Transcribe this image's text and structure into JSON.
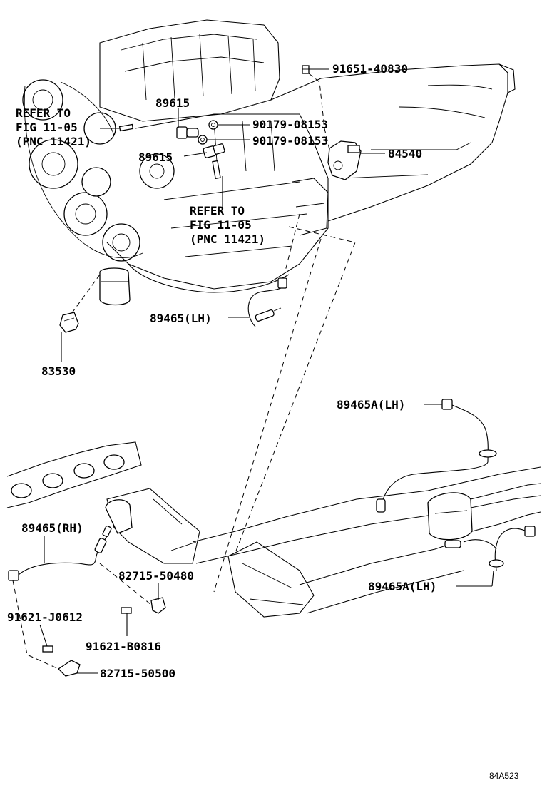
{
  "diagram": {
    "labels": {
      "p91651": "91651-40830",
      "p89615_a": "89615",
      "p90179_a": "90179-08153",
      "p90179_b": "90179-08153",
      "p89615_b": "89615",
      "p84540": "84540",
      "refer1_l1": "REFER TO",
      "refer1_l2": "FIG 11-05",
      "refer1_l3": "(PNC 11421)",
      "refer2_l1": "REFER TO",
      "refer2_l2": "FIG 11-05",
      "refer2_l3": "(PNC 11421)",
      "p89465_lh": "89465(LH)",
      "p83530": "83530",
      "p89465a_lh_top": "89465A(LH)",
      "p89465_rh": "89465(RH)",
      "p82715_50480": "82715-50480",
      "p91621_j0612": "91621-J0612",
      "p91621_b0816": "91621-B0816",
      "p82715_50500": "82715-50500",
      "p89465a_lh_bottom": "89465A(LH)",
      "figure_code": "84A523"
    }
  }
}
